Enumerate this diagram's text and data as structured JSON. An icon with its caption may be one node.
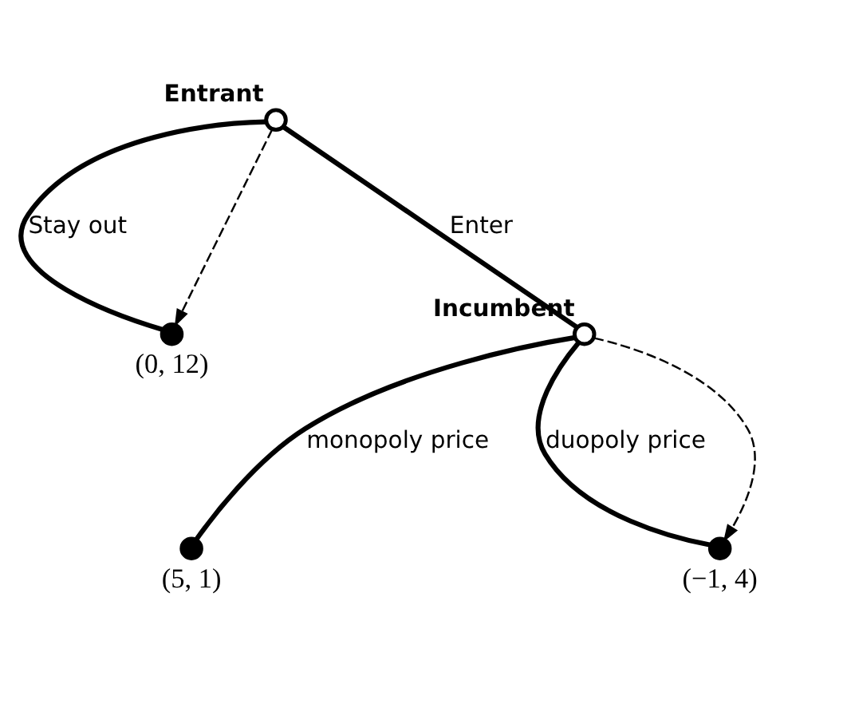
{
  "diagram": {
    "nodes": [
      {
        "text": [],
        "shape": "circle",
        "beside": [
          "Entrant"
        ]
      },
      {
        "text": [],
        "shape": "circle",
        "beside": [
          "(0, 12)"
        ]
      },
      {
        "text": [],
        "shape": "circle",
        "beside": [
          "Incumbent"
        ]
      },
      {
        "text": [],
        "shape": "circle",
        "beside": [
          "(5, 1)"
        ]
      },
      {
        "text": [],
        "shape": "circle",
        "beside": [
          "(−1, 4)"
        ]
      }
    ],
    "edges": [
      {
        "from": 0,
        "to": 1,
        "arrow": "none",
        "label": "Stay out"
      },
      {
        "from": 0,
        "to": 2,
        "arrow": "none",
        "label": "Enter"
      },
      {
        "from": 2,
        "to": 3,
        "arrow": "none",
        "label": "monopoly price"
      },
      {
        "from": 2,
        "to": 4,
        "arrow": "none",
        "label": "duopoly price"
      },
      {
        "from": 0,
        "to": 1,
        "arrow": "to",
        "style": "dashed"
      },
      {
        "from": 2,
        "to": 4,
        "arrow": "to",
        "style": "dashed"
      }
    ]
  }
}
